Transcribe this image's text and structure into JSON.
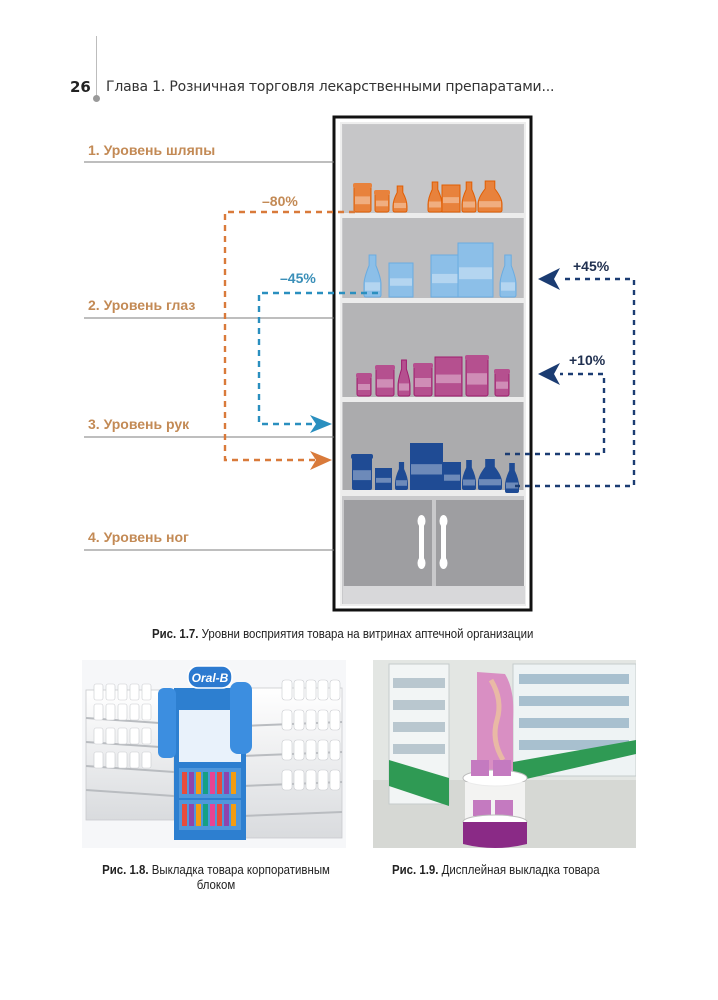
{
  "header": {
    "page_number": "26",
    "running_title": "Глава 1. Розничная торговля лекарственными препаратами..."
  },
  "figure_1_7": {
    "levels": [
      {
        "label": "1. Уровень шляпы"
      },
      {
        "label": "2. Уровень глаз"
      },
      {
        "label": "3. Уровень рук"
      },
      {
        "label": "4. Уровень ног"
      }
    ],
    "arrows": [
      {
        "label": "–80%",
        "color": "#d97a3a",
        "from": "Уровень шляпы",
        "to": "Уровень рук"
      },
      {
        "label": "–45%",
        "color": "#2a8fbf",
        "from": "Уровень глаз",
        "to": "Уровень рук"
      },
      {
        "label": "+45%",
        "color": "#1b3c72",
        "from": "Уровень рук",
        "to": "Уровень глаз"
      },
      {
        "label": "+10%",
        "color": "#1b3c72",
        "from": "Уровень рук",
        "to": "Уровень глаз (нижняя полка)"
      }
    ],
    "shelf_colors": {
      "top": "#e8823c",
      "eye": "#8cbfe8",
      "middle": "#b5508f",
      "hand": "#1f4b94"
    },
    "caption_prefix": "Рис. 1.7.",
    "caption_text": " Уровни восприятия товара на витринах аптечной организации"
  },
  "figure_1_8": {
    "logo_text": "Oral-B",
    "caption_prefix": "Рис. 1.8.",
    "caption_text": " Выкладка товара корпоративным блоком"
  },
  "figure_1_9": {
    "caption_prefix": "Рис. 1.9.",
    "caption_text": " Дисплейная выкладка товара"
  }
}
